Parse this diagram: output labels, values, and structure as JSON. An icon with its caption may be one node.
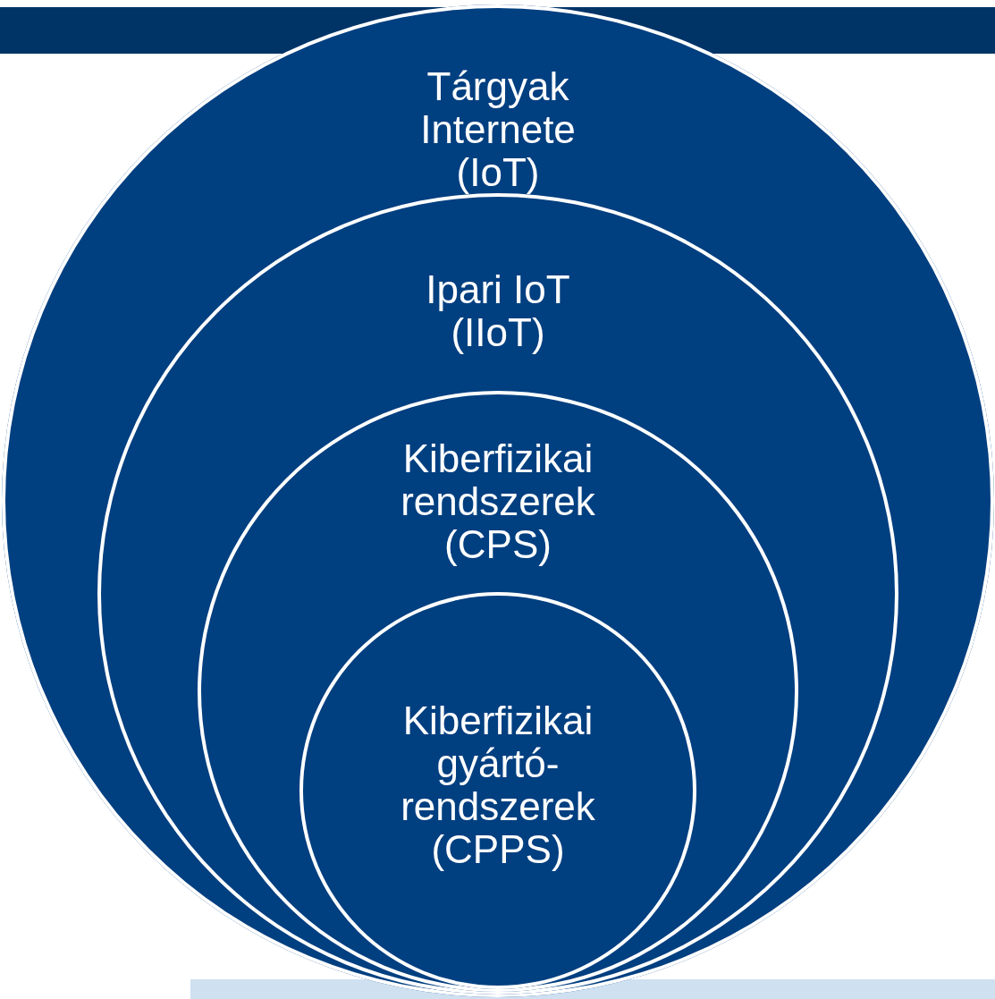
{
  "diagram": {
    "nodes": [
      {
        "text": [
          "Tárgyak Internete (IoT)"
        ]
      },
      {
        "text": [
          "Ipari IoT (IIoT)"
        ],
        "in": 0
      },
      {
        "text": [
          "Kiberfizikai rendszerek (CPS)"
        ],
        "in": 1
      },
      {
        "text": [
          "Kiberfizikai gyártó-rendszerek (CPPS)"
        ],
        "in": 2
      }
    ]
  }
}
